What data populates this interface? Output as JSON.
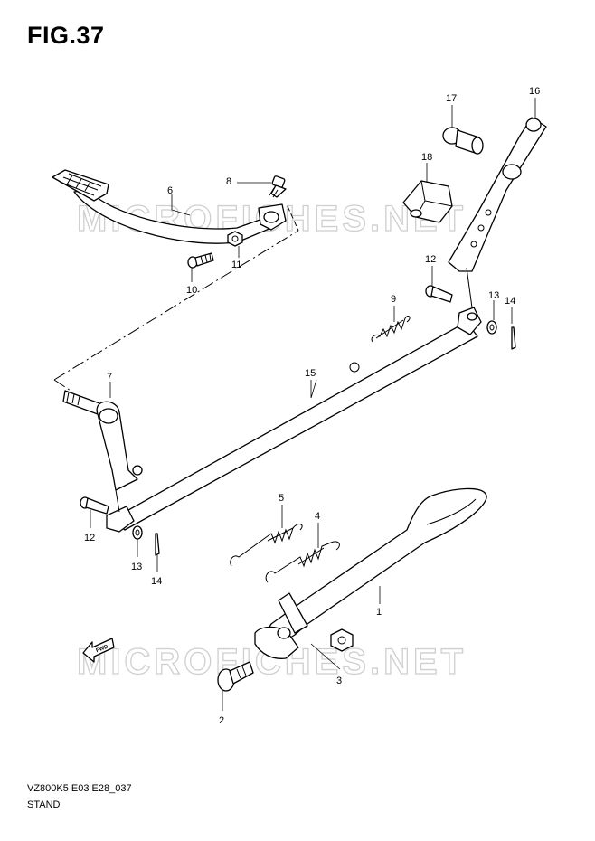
{
  "figure": {
    "title": "FIG.37",
    "model_code": "VZ800K5 E03 E28_037",
    "section": "STAND"
  },
  "watermark": "MICROFICHES.NET",
  "direction_arrow": {
    "label": "FWD",
    "icon": "fwd-arrow-icon"
  },
  "callouts": {
    "p1": "1",
    "p2": "2",
    "p3": "3",
    "p4": "4",
    "p5": "5",
    "p6": "6",
    "p7": "7",
    "p8": "8",
    "p9": "9",
    "p10": "10",
    "p11": "11",
    "p12a": "12",
    "p12b": "12",
    "p13a": "13",
    "p13b": "13",
    "p14a": "14",
    "p14b": "14",
    "p15": "15",
    "p16": "16",
    "p17": "17",
    "p18": "18"
  }
}
